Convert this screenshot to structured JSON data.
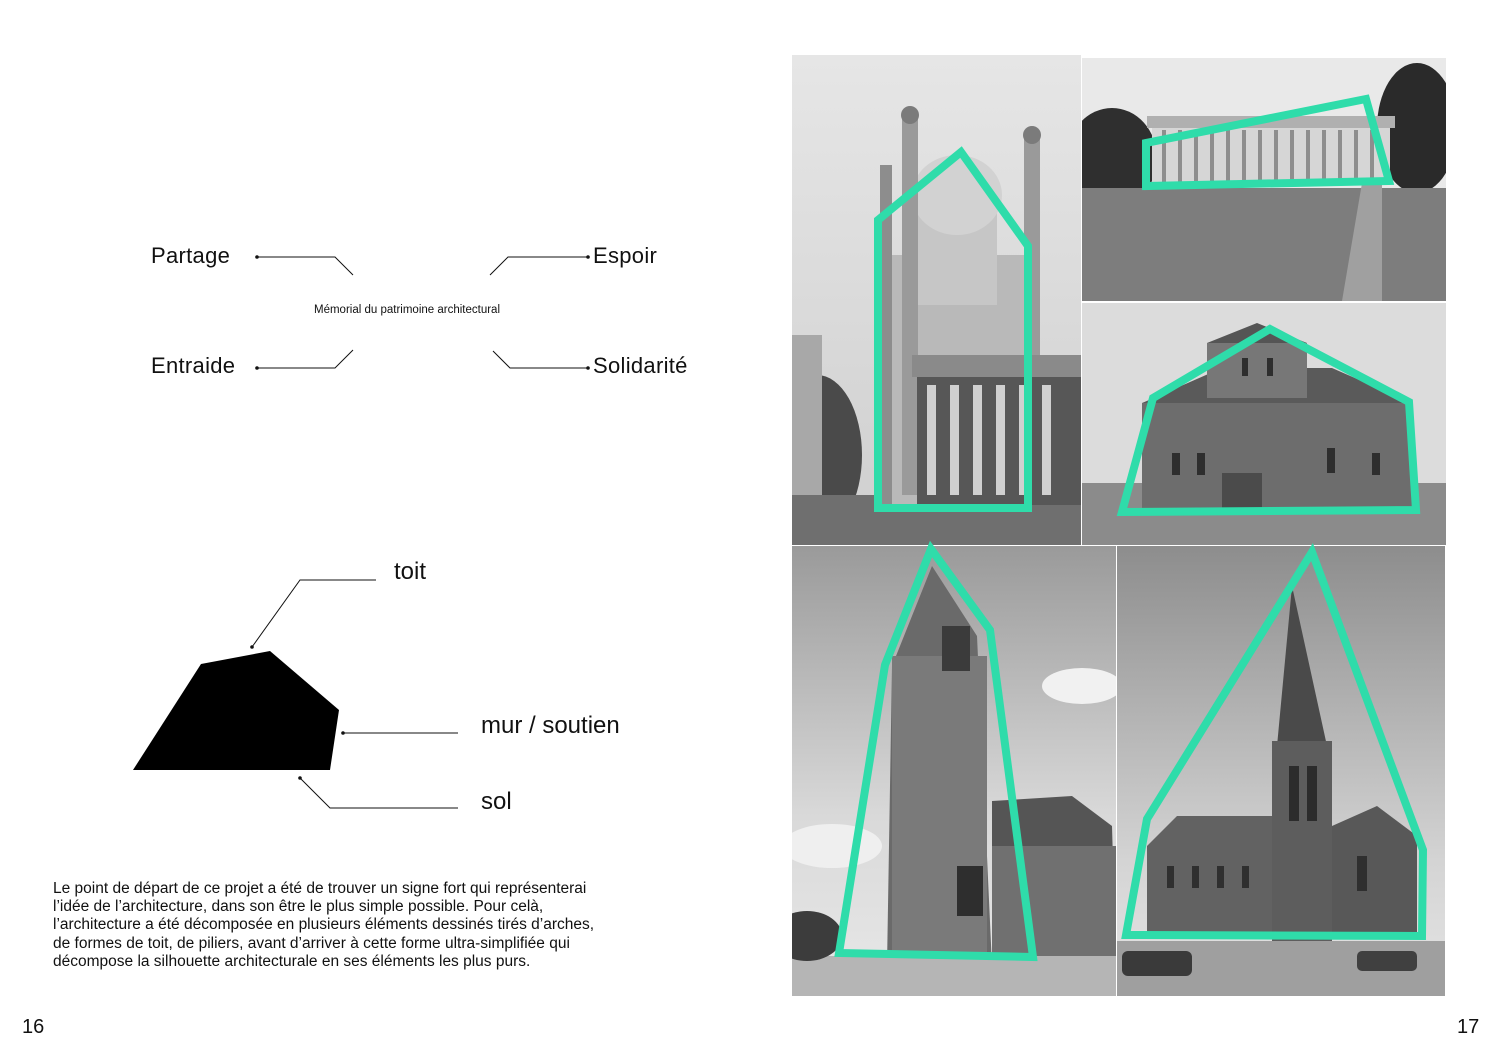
{
  "left_page": {
    "mindmap": {
      "center": "Mémorial du patrimoine architectural",
      "top_left": "Partage",
      "top_right": "Espoir",
      "bottom_left": "Entraide",
      "bottom_right": "Solidarité"
    },
    "shape_labels": {
      "roof": "toit",
      "wall": "mur / soutien",
      "ground": "sol"
    },
    "paragraph": [
      "Le point de départ de ce projet a été de trouver un signe fort qui représenterai",
      "l’idée de l’architecture, dans son être le plus simple possible. Pour celà,",
      "l’architecture a été décomposée en plusieurs éléments dessinés tirés d’arches,",
      "de formes de toit, de piliers, avant d’arriver à cette forme ultra-simplifiée qui",
      "décompose la silhouette architecturale en ses éléments les plus purs."
    ],
    "page_number": "16"
  },
  "right_page": {
    "page_number": "17",
    "photos": [
      {
        "subject": "pavilion-with-minarets",
        "outline": "house-pentagon"
      },
      {
        "subject": "greek-temple-colonnade",
        "outline": "trapezoid"
      },
      {
        "subject": "byzantine-stone-church",
        "outline": "pentagon"
      },
      {
        "subject": "stone-bell-tower",
        "outline": "triangle-spire"
      },
      {
        "subject": "gothic-church-spire",
        "outline": "tall-pentagon"
      }
    ]
  },
  "colors": {
    "accent": "#2fdcaa",
    "text": "#111111",
    "shape_fill": "#000000"
  }
}
